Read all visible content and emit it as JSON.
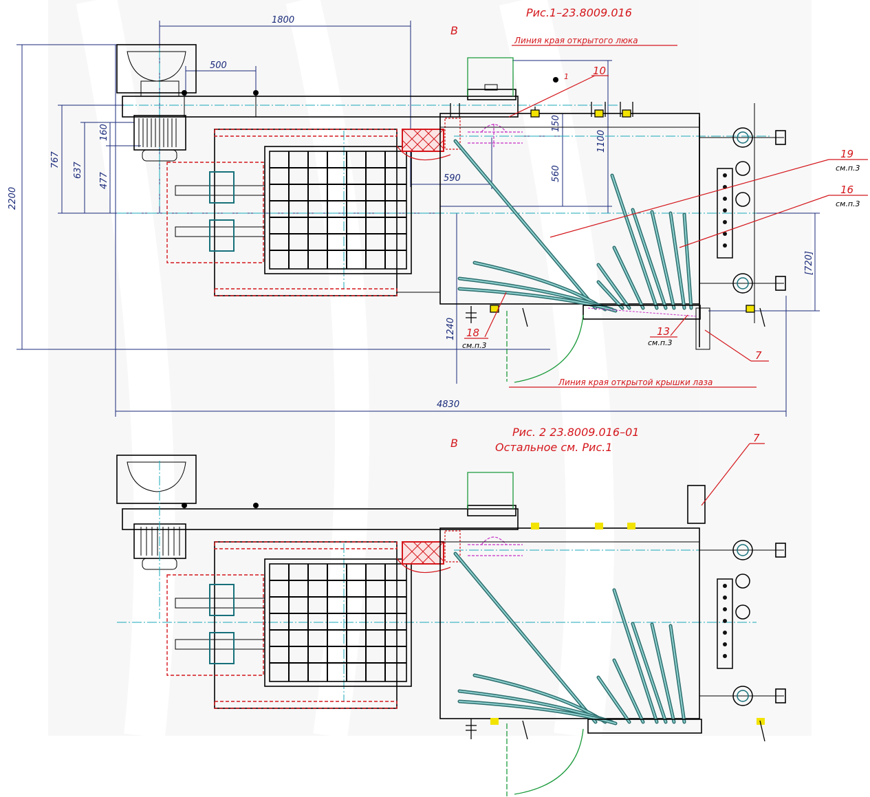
{
  "figure1": {
    "title": "Рис.1–23.8009.016",
    "view": "В",
    "hatch_edge_note": "Линия края открытого люка",
    "manhole_edge_note": "Линия края открытой крышки лаза",
    "dimensions": {
      "d1800": "1800",
      "d500": "500",
      "d590": "590",
      "d150": "150",
      "d1100": "1100",
      "d560": "560",
      "d767": "767",
      "d637": "637",
      "d477": "477",
      "d160": "160",
      "d2200": "2200",
      "d1240": "1240",
      "d720": "[720]",
      "d4830": "4830"
    },
    "callouts": {
      "c10": "10",
      "c19": "19",
      "c16": "16",
      "c18": "18",
      "c13": "13",
      "c7": "7",
      "see3": "см.п.3",
      "pos1": "1"
    }
  },
  "figure2": {
    "title_line1": "Рис. 2 23.8009.016–01",
    "title_line2": "Остальное см. Рис.1",
    "view": "В",
    "callout7": "7"
  },
  "colors": {
    "dimension": "#1a2a7a",
    "callout_red": "#d4171c",
    "axis_cyan": "#17a7b8",
    "pipe_teal": "#2d6d6d",
    "outline_green": "#1b9a3b",
    "magenta": "#c52ec5"
  }
}
